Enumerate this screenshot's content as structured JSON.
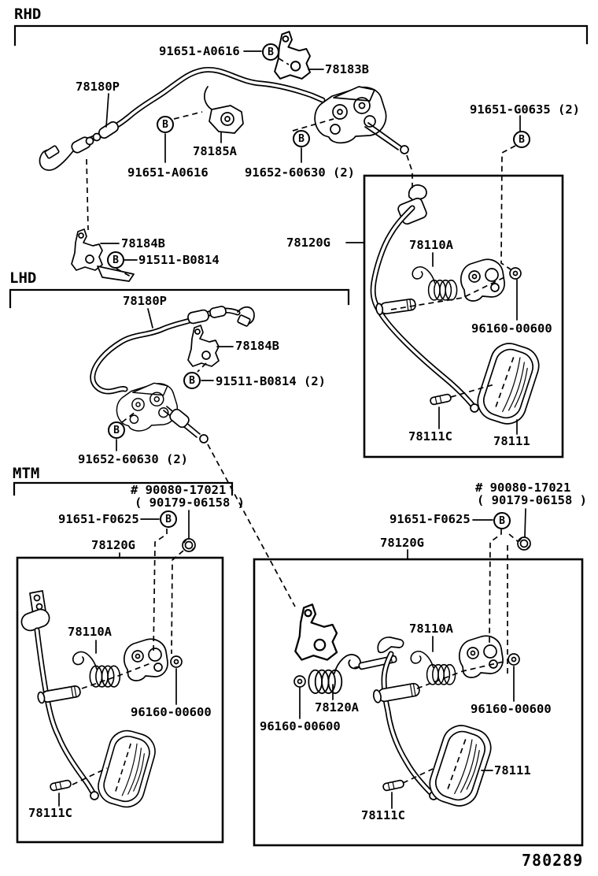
{
  "page": {
    "background": "#ffffff",
    "ink": "#000000"
  },
  "b_marker": "B",
  "footer": {
    "diagram_number": "780289"
  },
  "sections": {
    "rhd": {
      "title": "RHD"
    },
    "lhd": {
      "title": "LHD"
    },
    "mtm": {
      "title": "MTM"
    }
  },
  "labels": [
    {
      "id": "part-91651-A0616-rhd-top",
      "text": "91651-A0616"
    },
    {
      "id": "part-78183B",
      "text": "78183B"
    },
    {
      "id": "part-78180P-rhd",
      "text": "78180P"
    },
    {
      "id": "part-78185A",
      "text": "78185A"
    },
    {
      "id": "part-91651-A0616-rhd-low",
      "text": "91651-A0616"
    },
    {
      "id": "part-91652-60630-rhd",
      "text": "91652-60630 (2)"
    },
    {
      "id": "part-91651-G0635",
      "text": "91651-G0635 (2)"
    },
    {
      "id": "part-78184B-rhd",
      "text": "78184B"
    },
    {
      "id": "part-91511-B0814-rhd",
      "text": "91511-B0814"
    },
    {
      "id": "part-78120G-rhd",
      "text": "78120G"
    },
    {
      "id": "part-78110A-box1",
      "text": "78110A"
    },
    {
      "id": "part-96160-00600-box1",
      "text": "96160-00600"
    },
    {
      "id": "part-78111C-box1",
      "text": "78111C"
    },
    {
      "id": "part-78111-box1",
      "text": "78111"
    },
    {
      "id": "part-78180P-lhd",
      "text": "78180P"
    },
    {
      "id": "part-78184B-lhd",
      "text": "78184B"
    },
    {
      "id": "part-91511-B0814-lhd",
      "text": "91511-B0814 (2)"
    },
    {
      "id": "part-91652-60630-lhd",
      "text": "91652-60630 (2)"
    },
    {
      "id": "part-90080-17021-left",
      "text": "# 90080-17021"
    },
    {
      "id": "part-90179-06158-left",
      "text": "( 90179-06158 )"
    },
    {
      "id": "part-91651-F0625-left",
      "text": "91651-F0625"
    },
    {
      "id": "part-78120G-mtm-left",
      "text": "78120G"
    },
    {
      "id": "part-90080-17021-right",
      "text": "# 90080-17021"
    },
    {
      "id": "part-90179-06158-right",
      "text": "( 90179-06158 )"
    },
    {
      "id": "part-91651-F0625-right",
      "text": "91651-F0625"
    },
    {
      "id": "part-78120G-mtm-right",
      "text": "78120G"
    },
    {
      "id": "part-78110A-box2",
      "text": "78110A"
    },
    {
      "id": "part-96160-00600-box2",
      "text": "96160-00600"
    },
    {
      "id": "part-78111C-box2",
      "text": "78111C"
    },
    {
      "id": "part-78110A-box3",
      "text": "78110A"
    },
    {
      "id": "part-78120A",
      "text": "78120A"
    },
    {
      "id": "part-96160-00600-box3-l",
      "text": "96160-00600"
    },
    {
      "id": "part-96160-00600-box3-r",
      "text": "96160-00600"
    },
    {
      "id": "part-78111-box3",
      "text": "78111"
    },
    {
      "id": "part-78111C-box3",
      "text": "78111C"
    }
  ]
}
